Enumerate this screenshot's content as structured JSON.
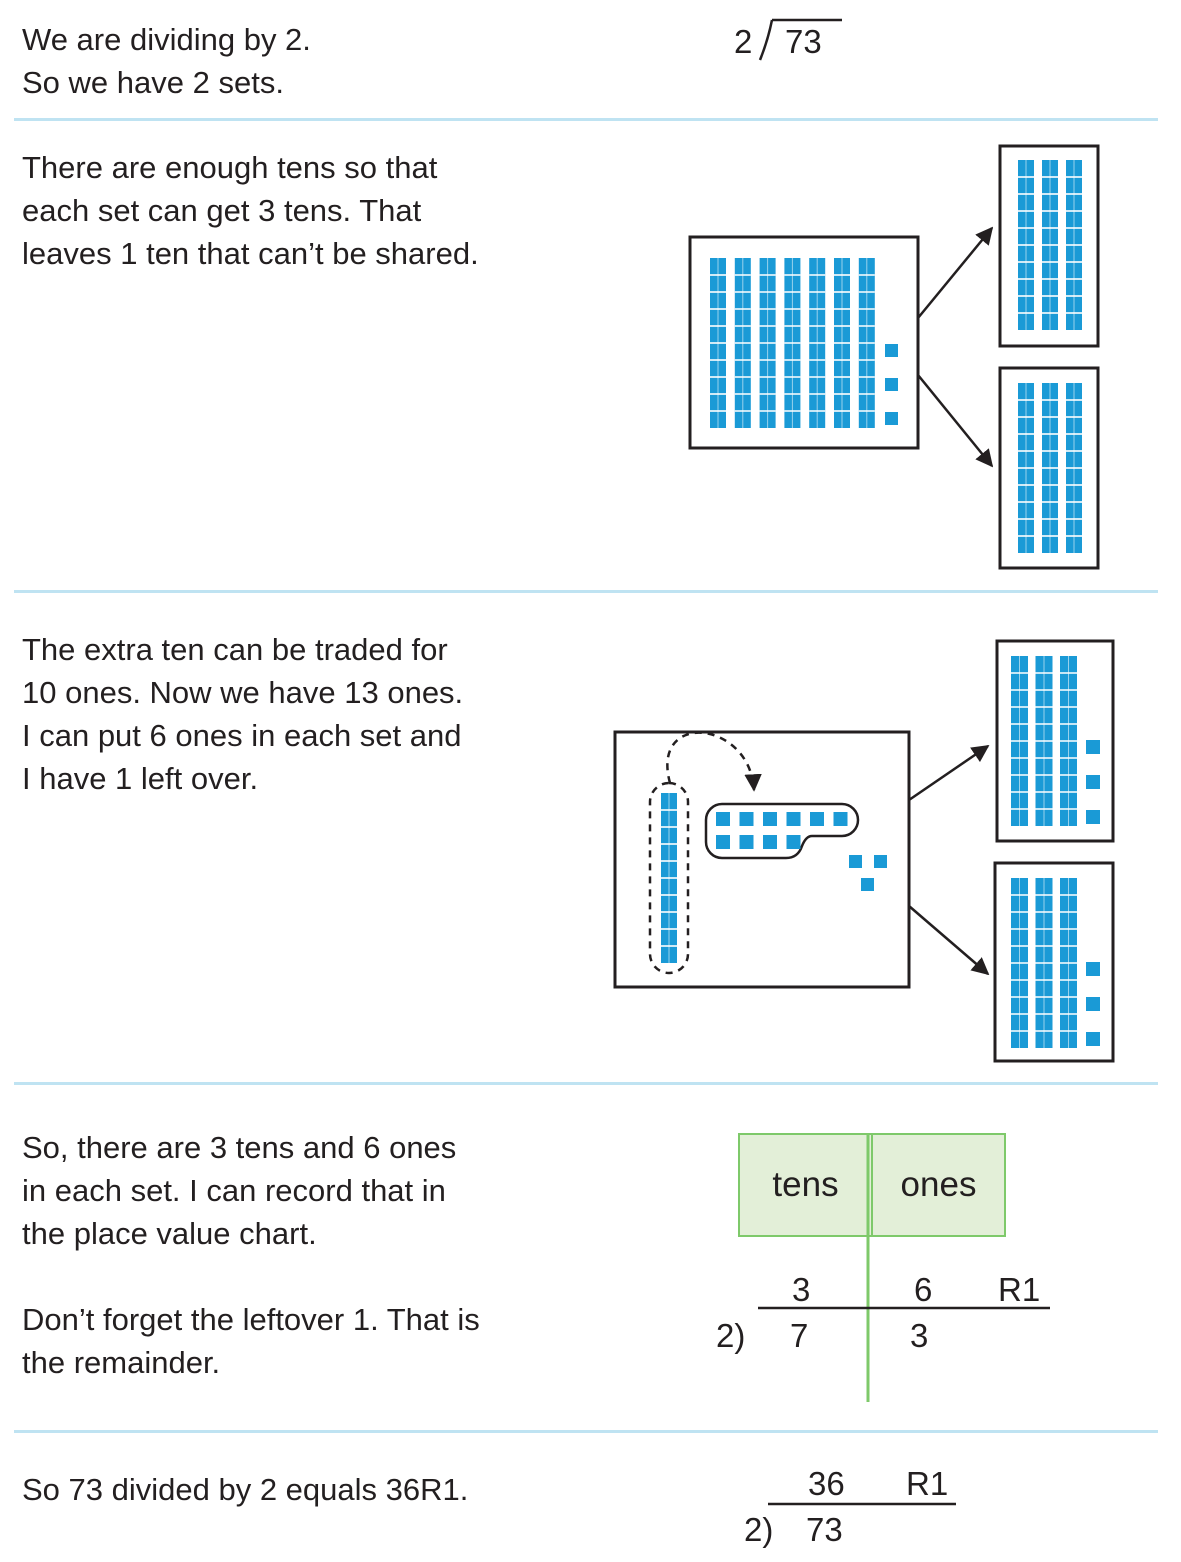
{
  "step1": {
    "line1": "We are dividing by 2.",
    "line2": "So we have 2 sets.",
    "divisor": "2",
    "dividend": "73"
  },
  "step2": {
    "line1": "There are enough tens so that",
    "line2": "each set can get 3 tens. That",
    "line3": "leaves 1 ten that can’t be shared."
  },
  "step3": {
    "line1": "The extra ten can be traded for",
    "line2": "10 ones. Now we have 13 ones.",
    "line3": "I can put 6 ones in each set and",
    "line4": "I have 1 left over."
  },
  "step4": {
    "line1": "So, there are 3 tens and 6 ones",
    "line2": "in each set.  I can record that in",
    "line3": "the place value chart.",
    "line4": "Don’t forget the leftover 1. That is",
    "line5": "the remainder.",
    "header_tens": "tens",
    "header_ones": "ones",
    "quotient_tens": "3",
    "quotient_ones": "6",
    "remainder": "R1",
    "divisor": "2)",
    "dividend_tens": "7",
    "dividend_ones": "3"
  },
  "step5": {
    "line1": "So 73 divided by 2 equals 36R1.",
    "quotient": "36",
    "remainder": "R1",
    "divisor": "2)",
    "dividend": "73"
  },
  "colors": {
    "block": "#1a9ad6",
    "separator": "#bfe3f2",
    "chart_fill": "#e3efd8",
    "chart_line": "#7ec96a"
  }
}
